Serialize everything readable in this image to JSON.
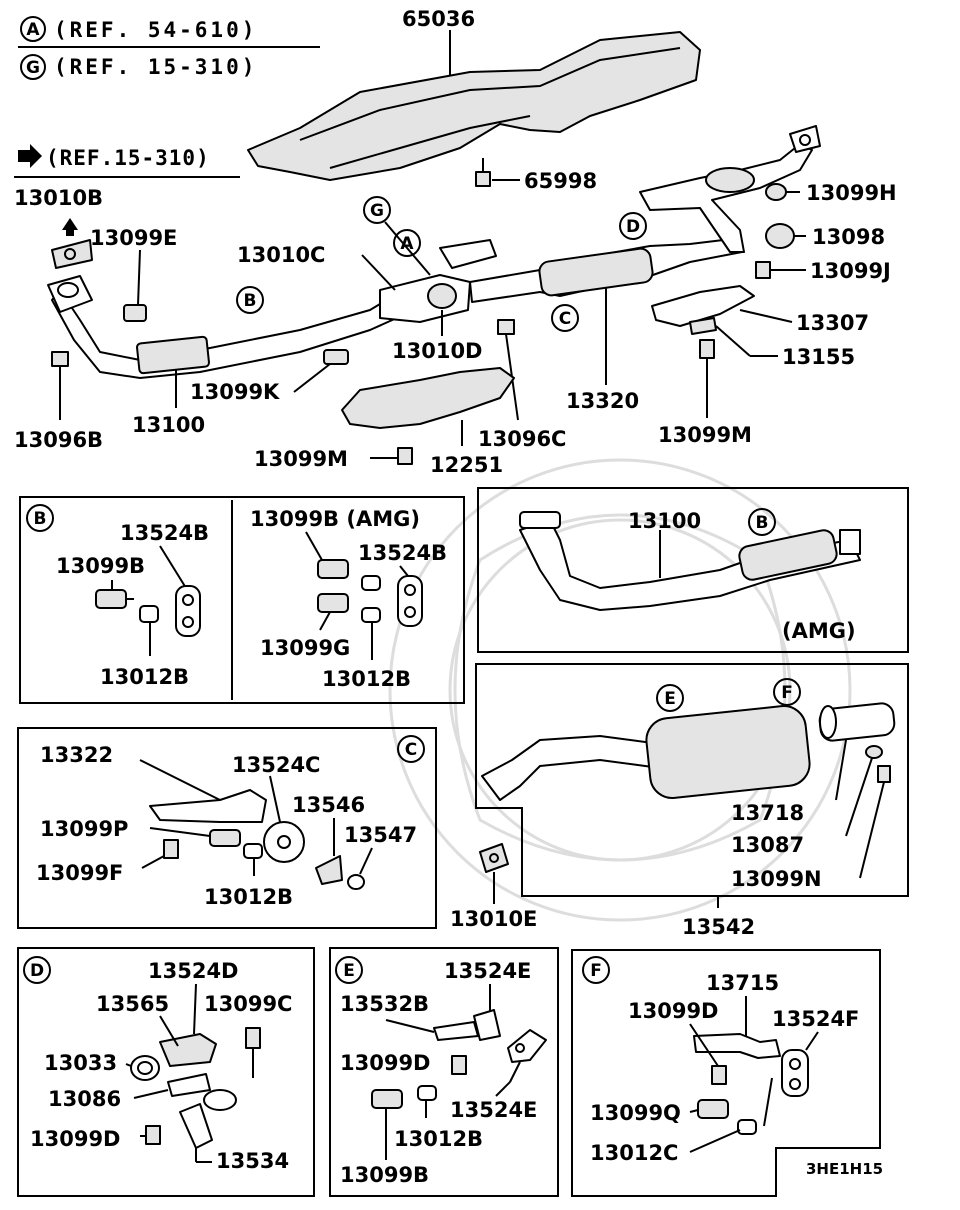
{
  "refs": [
    {
      "circle": "A",
      "text": "(REF. 54-610)"
    },
    {
      "circle": "G",
      "text": "(REF. 15-310)"
    }
  ],
  "ref_arrow": "(REF.15-310)",
  "main": {
    "circles": {
      "G": "G",
      "A": "A",
      "B": "B",
      "C": "C",
      "D": "D"
    },
    "parts": {
      "p65036": "65036",
      "p65998": "65998",
      "p13099H": "13099H",
      "p13098": "13098",
      "p13099J": "13099J",
      "p13307": "13307",
      "p13155": "13155",
      "p13099M_r": "13099M",
      "p13320": "13320",
      "p13096C": "13096C",
      "p12251": "12251",
      "p13099M_l": "13099M",
      "p13010D": "13010D",
      "p13099K": "13099K",
      "p13100": "13100",
      "p13096B": "13096B",
      "p13010C": "13010C",
      "p13010B": "13010B",
      "p13099E": "13099E"
    }
  },
  "panel_b": {
    "circle": "B",
    "left": {
      "p13524B": "13524B",
      "p13099B": "13099B",
      "p13012B": "13012B"
    },
    "right": {
      "title": "13099B (AMG)",
      "p13524B": "13524B",
      "p13099G": "13099G",
      "p13012B": "13012B"
    }
  },
  "panel_amg": {
    "part": "13100",
    "circle": "B",
    "note": "(AMG)"
  },
  "panel_c": {
    "circle": "C",
    "parts": {
      "p13322": "13322",
      "p13524C": "13524C",
      "p13546": "13546",
      "p13547": "13547",
      "p13099P": "13099P",
      "p13099F": "13099F",
      "p13012B": "13012B"
    }
  },
  "panel_muffler": {
    "circles": {
      "E": "E",
      "F": "F"
    },
    "parts": {
      "p13718": "13718",
      "p13087": "13087",
      "p13099N": "13099N",
      "p13542": "13542"
    }
  },
  "gasket": {
    "p13010E": "13010E"
  },
  "panel_d": {
    "circle": "D",
    "parts": {
      "p13524D": "13524D",
      "p13565": "13565",
      "p13099C": "13099C",
      "p13033": "13033",
      "p13086": "13086",
      "p13099D": "13099D",
      "p13534": "13534"
    }
  },
  "panel_e": {
    "circle": "E",
    "parts": {
      "p13524E_t": "13524E",
      "p13532B": "13532B",
      "p13099D": "13099D",
      "p13524E_b": "13524E",
      "p13012B": "13012B",
      "p13099B": "13099B"
    }
  },
  "panel_f": {
    "circle": "F",
    "parts": {
      "p13715": "13715",
      "p13099D": "13099D",
      "p13524F": "13524F",
      "p13099Q": "13099Q",
      "p13012C": "13012C"
    },
    "code": "3HE1H15"
  }
}
